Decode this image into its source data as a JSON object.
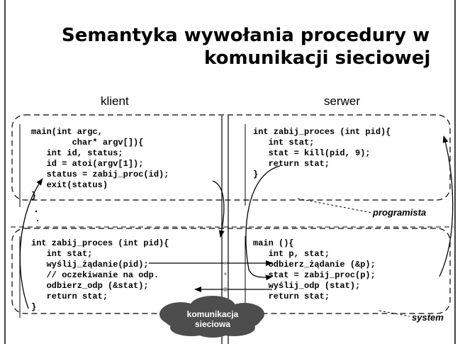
{
  "title": {
    "line1": "Semantyka wywołania procedury w",
    "line2": "komunikacji sieciowej"
  },
  "columns": {
    "client": "klient",
    "server": "serwer"
  },
  "code": {
    "client_main": "main(int argc,\n        char* argv[]){\n   int id, status;\n   id = atoi(argv[1]);\n   status = zabij_proc(id);\n   exit(status)\n}",
    "server_proc": "int zabij_proces (int pid){\n   int stat;\n   stat = kill(pid, 9);\n   return stat;\n}",
    "client_stub": "int zabij_proces (int pid){\n   int stat;\n   wyślij_żądanie(pid);\n   // oczekiwanie na odp.\n   odbierz_odp (&stat);\n   return stat;\n}",
    "server_stub": "main (){\n   int p, stat;\n   odbierz_żądanie (&p);\n   stat = zabij_proc(p);\n   wyślij_odp (stat);\n   return stat;"
  },
  "layers": {
    "programmer": "programista",
    "system": "system"
  },
  "network": {
    "line1": "komunikacja",
    "line2": "sieciowa"
  },
  "colors": {
    "background": "#ffffff",
    "text": "#000000",
    "cloud": "#4d4d4d",
    "cloud_text": "#ffffff"
  }
}
